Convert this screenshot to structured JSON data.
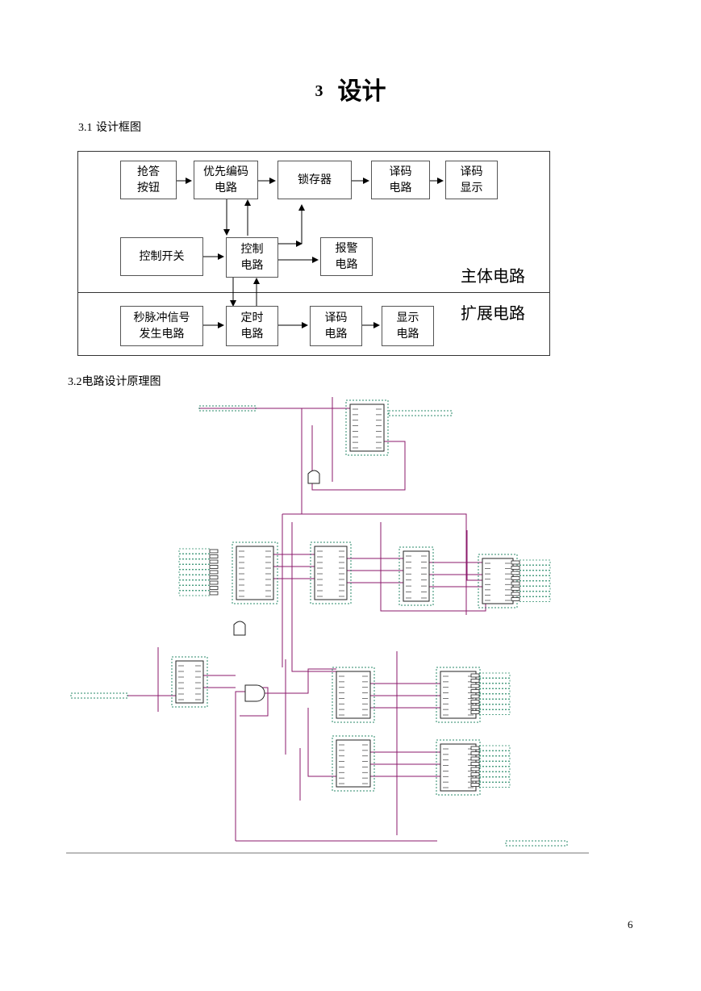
{
  "chapter": {
    "number": "3",
    "title": "设计"
  },
  "section1": {
    "number": "3.1",
    "title": "设计框图"
  },
  "section2": {
    "number": "3.2",
    "title": "电路设计原理图"
  },
  "block_diagram": {
    "boxes": {
      "rush_btn": [
        "抢答",
        "按钮"
      ],
      "priority_encoder": [
        "优先编码",
        "电路"
      ],
      "latch": [
        "锁存器"
      ],
      "decoder1": [
        "译码",
        "电路"
      ],
      "decode_display": [
        "译码",
        "显示"
      ],
      "control_switch": [
        "控制开关"
      ],
      "control_circuit": [
        "控制",
        "电路"
      ],
      "alarm": [
        "报警",
        "电路"
      ],
      "pulse_gen": [
        "秒脉冲信号",
        "发生电路"
      ],
      "timer": [
        "定时",
        "电路"
      ],
      "decoder2": [
        "译码",
        "电路"
      ],
      "display": [
        "显示",
        "电路"
      ]
    },
    "main_region_label": "主体电路",
    "ext_region_label": "扩展电路"
  },
  "page_number": "6"
}
